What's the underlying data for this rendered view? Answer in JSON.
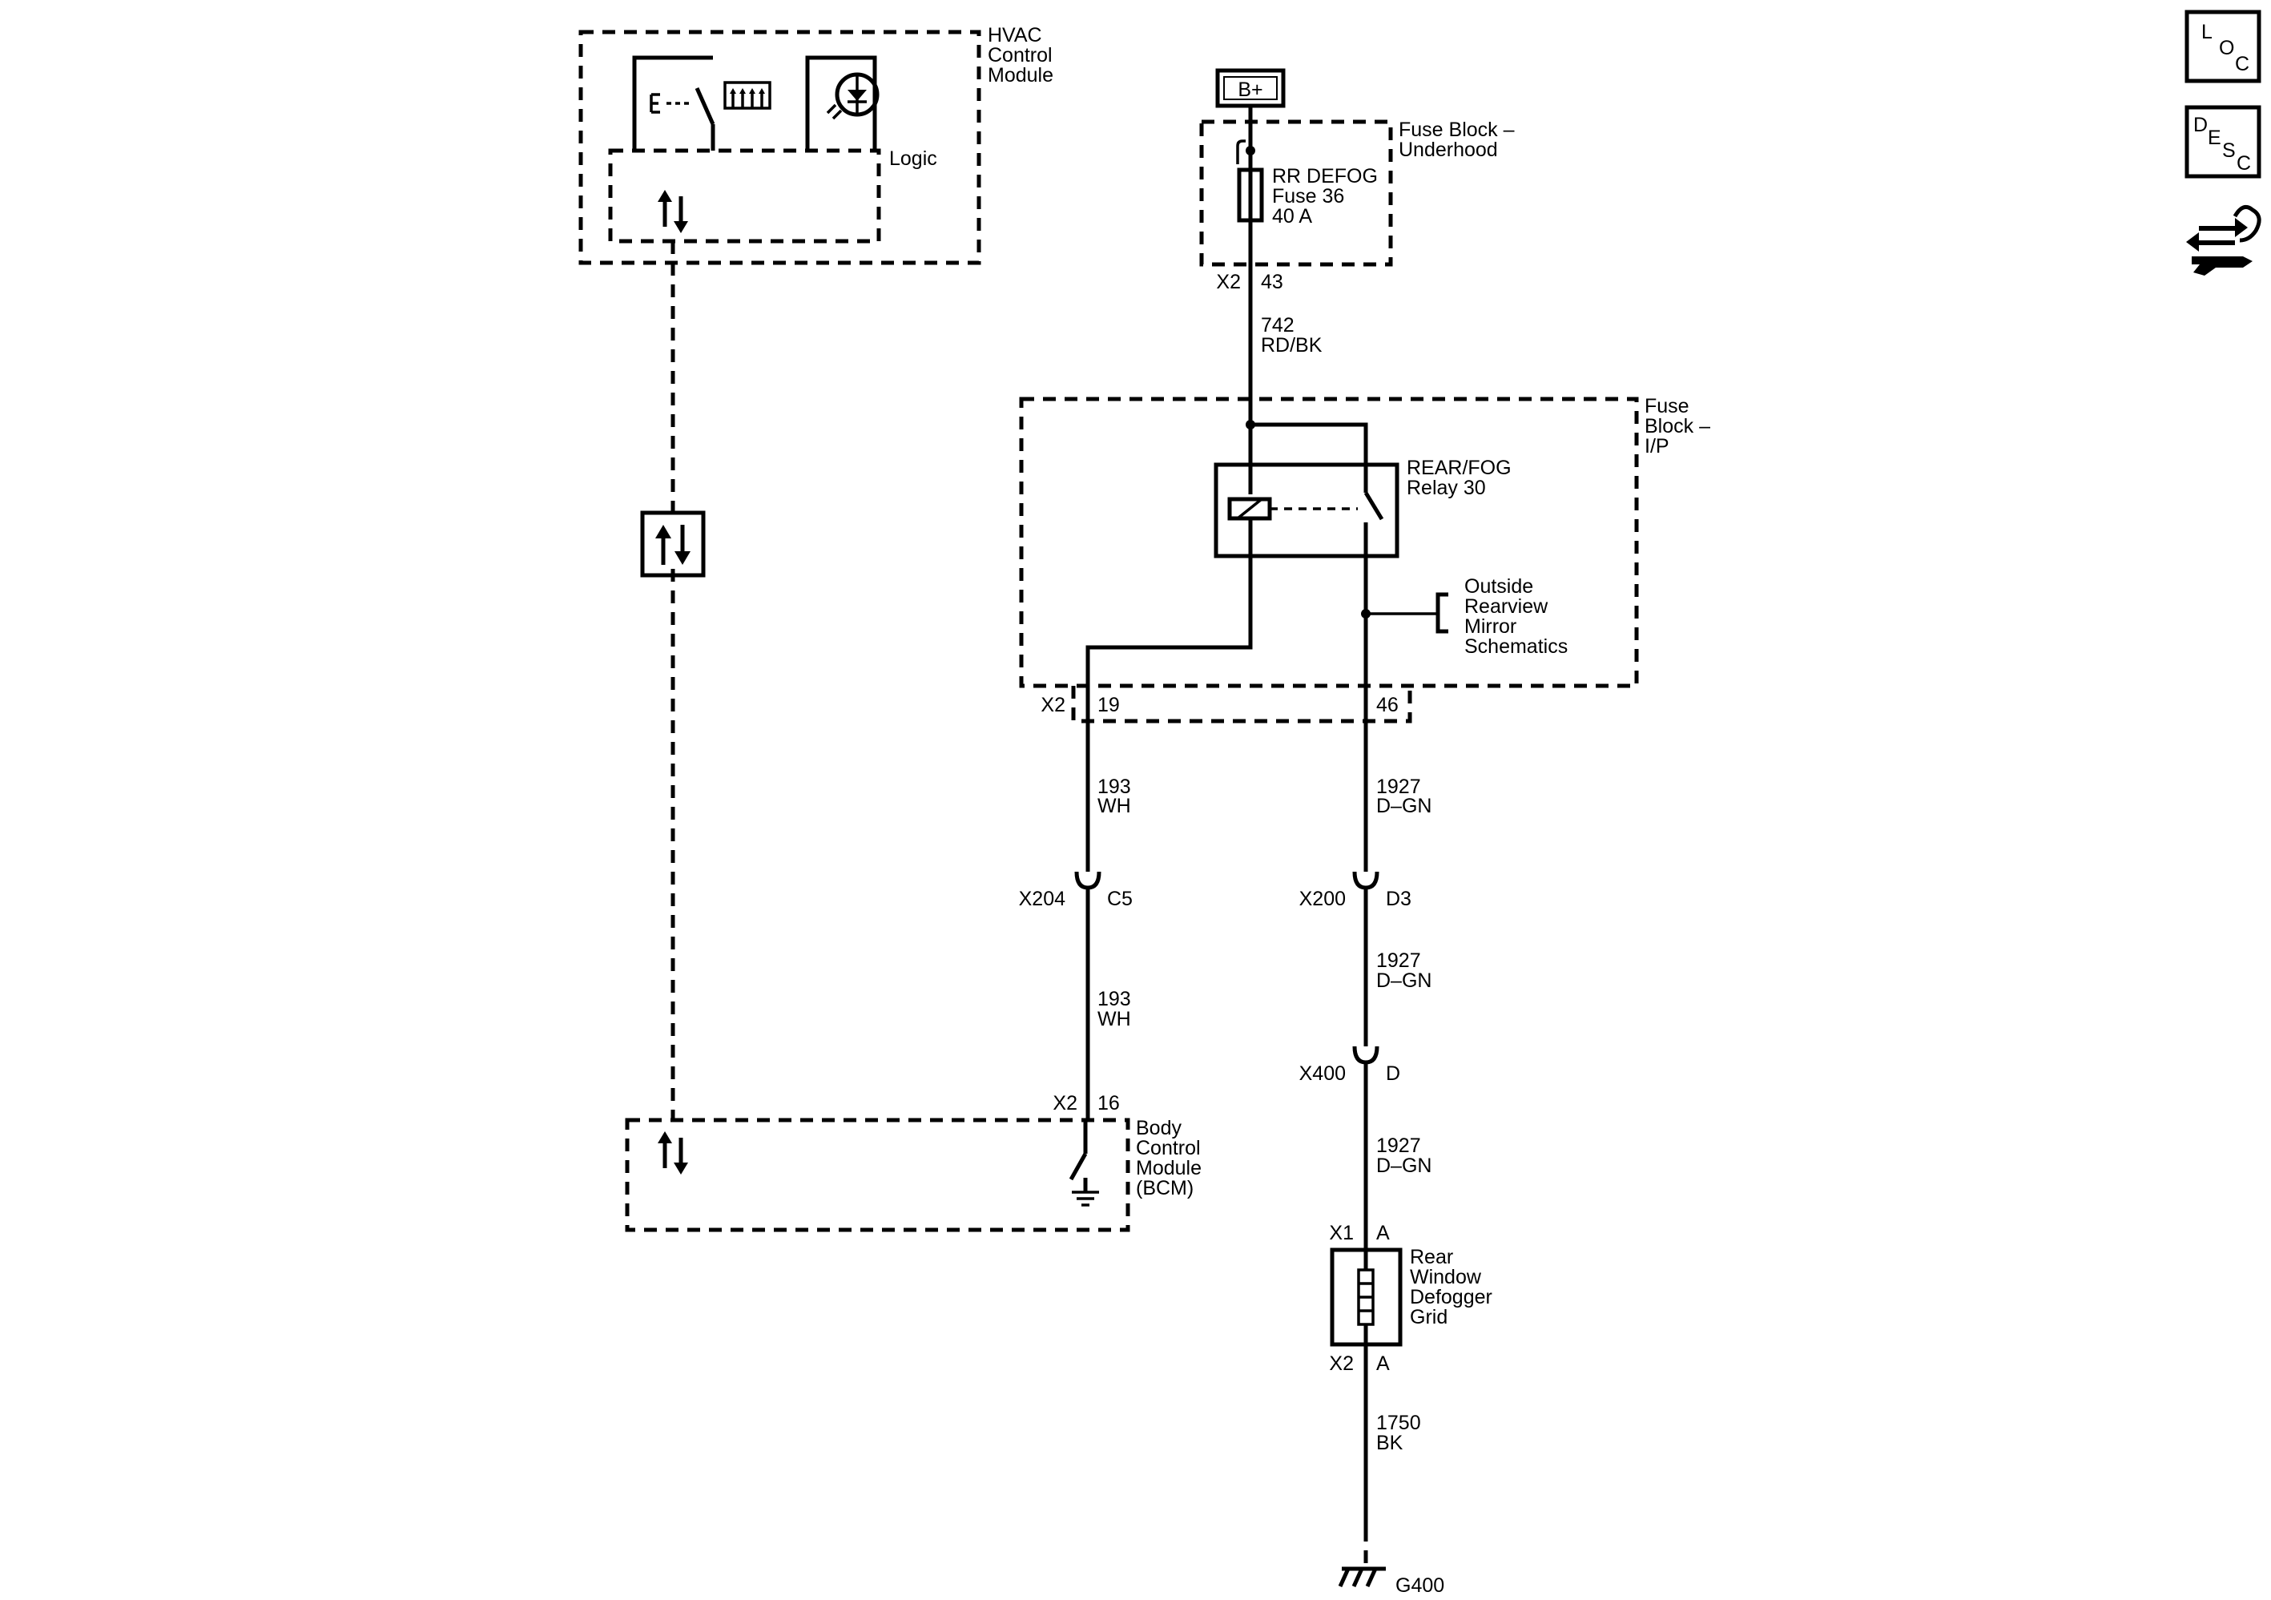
{
  "hvac_module": {
    "name_lines": [
      "HVAC",
      "Control",
      "Module"
    ],
    "logic_label": "Logic"
  },
  "fuse_block_underhood": {
    "name_lines": [
      "Fuse Block –",
      "Underhood"
    ],
    "battery_label": "B+",
    "fuse_lines": [
      "RR DEFOG",
      "Fuse 36",
      "40 A"
    ],
    "connector": "X2",
    "pin": "43"
  },
  "wire_742": {
    "circuit": "742",
    "color": "RD/BK"
  },
  "fuse_block_ip": {
    "name_lines": [
      "Fuse",
      "Block –",
      "I/P"
    ],
    "relay_lines": [
      "REAR/FOG",
      "Relay 30"
    ],
    "mirror_ref_lines": [
      "Outside",
      "Rearview",
      "Mirror",
      "Schematics"
    ],
    "connector": "X2",
    "pin_left": "19",
    "pin_right": "46"
  },
  "left_branch": {
    "wire1": {
      "circuit": "193",
      "color": "WH"
    },
    "inline_connector": "X204",
    "inline_pin": "C5",
    "wire2": {
      "circuit": "193",
      "color": "WH"
    },
    "bcm_connector": "X2",
    "bcm_pin": "16"
  },
  "bcm": {
    "name_lines": [
      "Body",
      "Control",
      "Module",
      "(BCM)"
    ]
  },
  "right_branch": {
    "wire1": {
      "circuit": "1927",
      "color": "D–GN"
    },
    "conn1": "X200",
    "pin1": "D3",
    "wire2": {
      "circuit": "1927",
      "color": "D–GN"
    },
    "conn2": "X400",
    "pin2": "D",
    "wire3": {
      "circuit": "1927",
      "color": "D–GN"
    },
    "grid_top_connector": "X1",
    "grid_top_pin": "A",
    "grid_lines": [
      "Rear",
      "Window",
      "Defogger",
      "Grid"
    ],
    "grid_bottom_connector": "X2",
    "grid_bottom_pin": "A",
    "wire4": {
      "circuit": "1750",
      "color": "BK"
    },
    "ground": "G400"
  },
  "nav": {
    "loc": [
      "L",
      "O",
      "C"
    ],
    "desc": [
      "D",
      "E",
      "S",
      "C"
    ],
    "icons": [
      "loc-icon",
      "desc-icon",
      "connector-tool-icon"
    ]
  }
}
